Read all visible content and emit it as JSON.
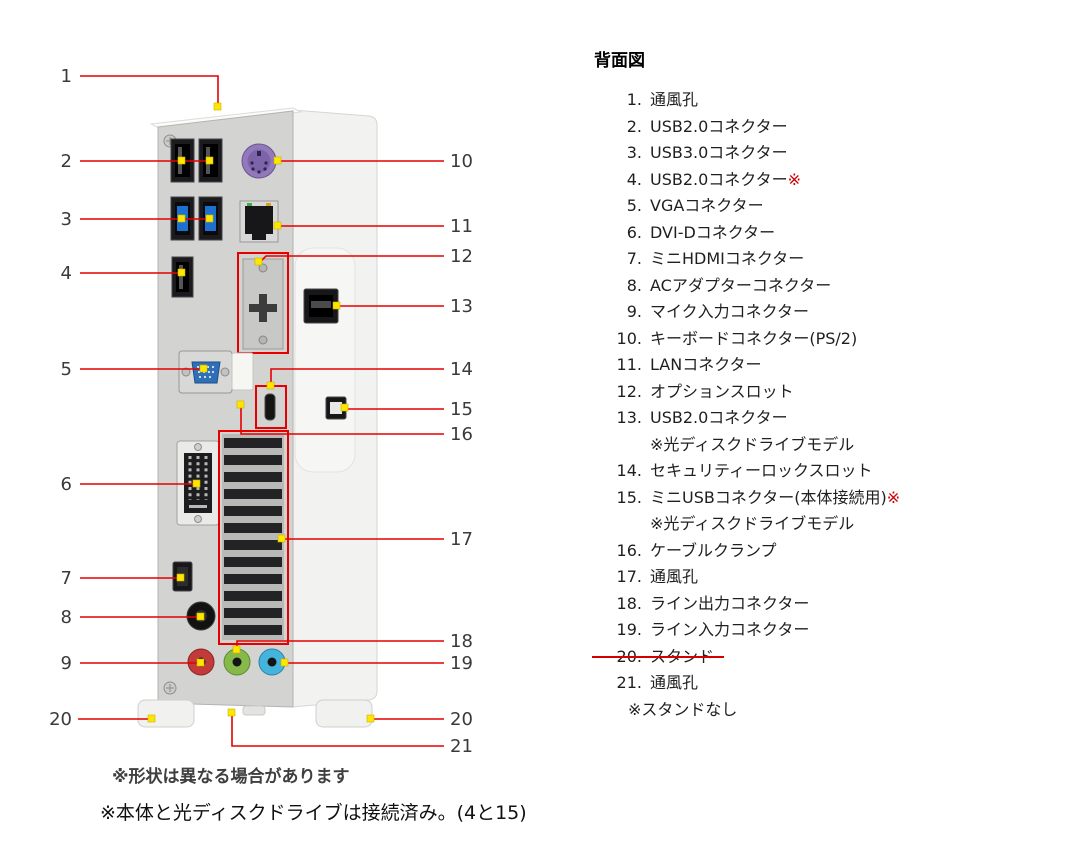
{
  "legend": {
    "title": "背面図",
    "items": [
      {
        "num": "1.",
        "label": "通風孔"
      },
      {
        "num": "2.",
        "label": "USB2.0コネクター"
      },
      {
        "num": "3.",
        "label": "USB3.0コネクター"
      },
      {
        "num": "4.",
        "label": "USB2.0コネクター",
        "red_suffix": "※"
      },
      {
        "num": "5.",
        "label": "VGAコネクター"
      },
      {
        "num": "6.",
        "label": "DVI-Dコネクター"
      },
      {
        "num": "7.",
        "label": "ミニHDMIコネクター"
      },
      {
        "num": "8.",
        "label": "ACアダプターコネクター"
      },
      {
        "num": "9.",
        "label": "マイク入力コネクター"
      },
      {
        "num": "10.",
        "label": "キーボードコネクター(PS/2)"
      },
      {
        "num": "11.",
        "label": "LANコネクター"
      },
      {
        "num": "12.",
        "label": "オプションスロット"
      },
      {
        "num": "13.",
        "label": "USB2.0コネクター",
        "note": "※光ディスクドライブモデル"
      },
      {
        "num": "14.",
        "label": "セキュリティーロックスロット"
      },
      {
        "num": "15.",
        "label": "ミニUSBコネクター(本体接続用)",
        "red_suffix": "※",
        "note": "※光ディスクドライブモデル"
      },
      {
        "num": "16.",
        "label": "ケーブルクランプ"
      },
      {
        "num": "17.",
        "label": "通風孔"
      },
      {
        "num": "18.",
        "label": "ライン出力コネクター"
      },
      {
        "num": "19.",
        "label": "ライン入力コネクター"
      },
      {
        "num": "20.",
        "label": "スタンド",
        "struck": true
      },
      {
        "num": "21.",
        "label": "通風孔"
      },
      {
        "num": "",
        "label": "※スタンドなし",
        "no_num": true
      }
    ]
  },
  "callouts": {
    "left": [
      "1",
      "2",
      "3",
      "4",
      "5",
      "6",
      "7",
      "8",
      "9",
      "20"
    ],
    "right": [
      "10",
      "11",
      "12",
      "13",
      "14",
      "15",
      "16",
      "17",
      "18",
      "19",
      "20",
      "21"
    ]
  },
  "footnotes": {
    "line1": "※形状は異なる場合があります",
    "line2": "※本体と光ディスクドライブは接続済み。(4と15)"
  },
  "colors": {
    "leader_line": "#e60000",
    "endpoint": "#ffe600",
    "annotation_box": "#e60000",
    "red_text": "#cc0000",
    "strike": "#d40000"
  }
}
